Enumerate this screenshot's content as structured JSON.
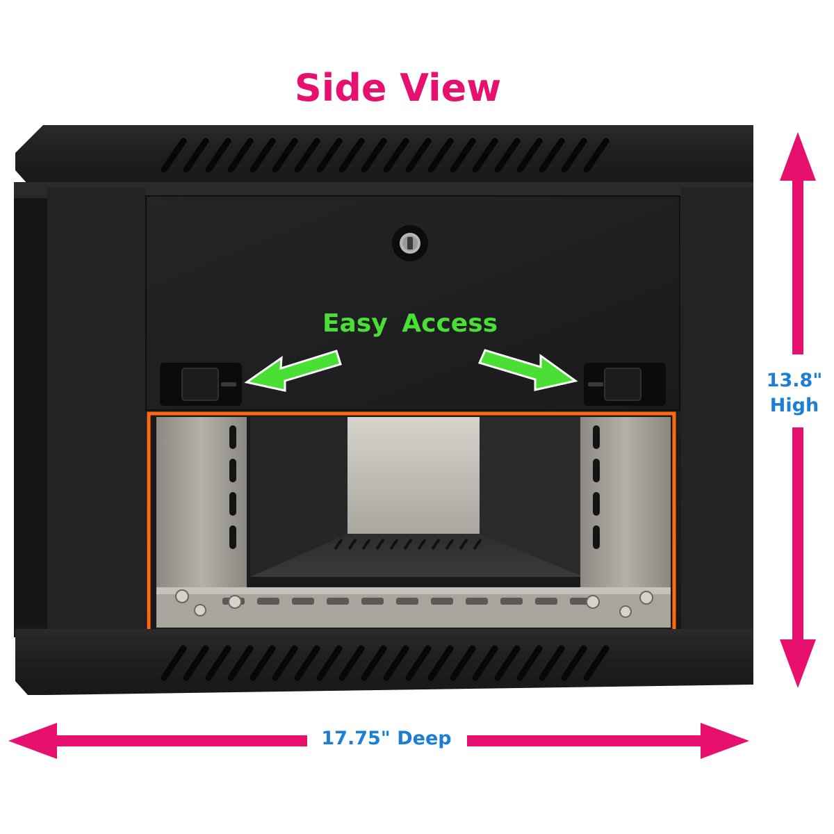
{
  "title": "Side View",
  "callout": "Easy  Access",
  "dimensions": {
    "height_value": "13.8\"",
    "height_word": "High",
    "depth": "17.75\" Deep"
  },
  "colors": {
    "title": "#e8106e",
    "dimension_arrows": "#e8106e",
    "callout_text": "#49df35",
    "callout_arrows": "#49df35",
    "dimension_text": "#1b7fd6",
    "highlight_box": "#ff6a10",
    "cabinet": "#1c1c1e"
  }
}
